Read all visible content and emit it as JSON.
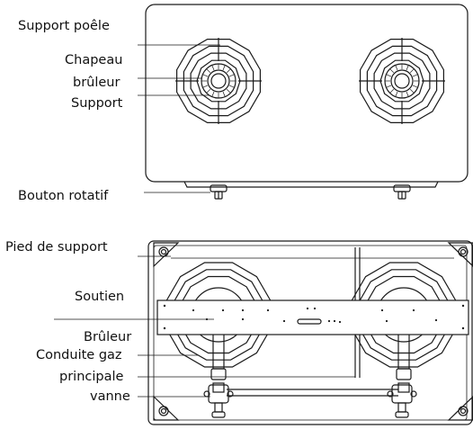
{
  "top_view": {
    "labels": {
      "pot_support": "Support poêle",
      "burner_cap_line1": "Chapeau",
      "burner_cap_line2": "brûleur",
      "support": "Support",
      "rotary_knob": "Bouton rotatif"
    }
  },
  "bottom_view": {
    "labels": {
      "support_foot": "Pied de support",
      "brace": "Soutien",
      "burner": "Brûleur",
      "gas_pipe_line1": "Conduite gaz",
      "gas_pipe_line2": "principale",
      "valve": "vanne"
    }
  },
  "colors": {
    "line": "#1a1a1a",
    "background": "#ffffff"
  }
}
